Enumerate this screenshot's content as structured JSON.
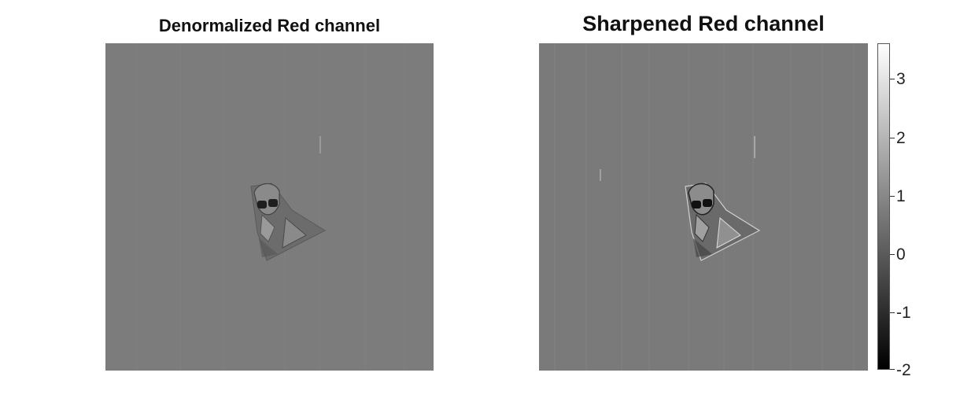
{
  "figure": {
    "left_title": "Denormalized Red channel",
    "right_title": "Sharpened Red channel"
  },
  "colorbar": {
    "min": -2,
    "max": 3.6,
    "ticks": [
      "3",
      "2",
      "1",
      "0",
      "-1",
      "-2"
    ],
    "colormap": "gray",
    "gradient_top": "#ffffff",
    "gradient_bottom": "#000000"
  },
  "colors": {
    "panel_gray_left": "#7c7c7c",
    "panel_gray_right": "#7a7a7a",
    "title_color": "#111111"
  }
}
